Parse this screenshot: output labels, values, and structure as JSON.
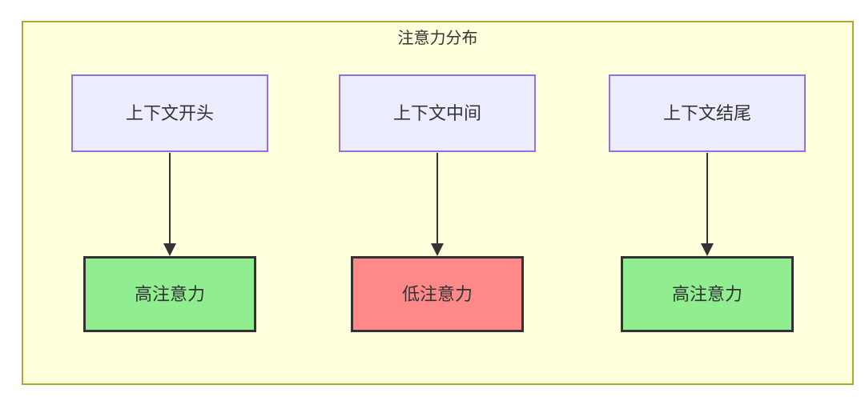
{
  "diagram": {
    "title": "注意力分布",
    "top_nodes": [
      {
        "id": "context-start",
        "label": "上下文开头"
      },
      {
        "id": "context-middle",
        "label": "上下文中间"
      },
      {
        "id": "context-end",
        "label": "上下文结尾"
      }
    ],
    "bottom_nodes": [
      {
        "id": "high-attention-left",
        "label": "高注意力",
        "level": "high"
      },
      {
        "id": "low-attention-middle",
        "label": "低注意力",
        "level": "low"
      },
      {
        "id": "high-attention-right",
        "label": "高注意力",
        "level": "high"
      }
    ],
    "edges": [
      {
        "from": "context-start",
        "to": "high-attention-left"
      },
      {
        "from": "context-middle",
        "to": "low-attention-middle"
      },
      {
        "from": "context-end",
        "to": "high-attention-right"
      }
    ],
    "colors": {
      "canvas_bg": "#ffffff",
      "subgraph_fill": "#ffffde",
      "subgraph_border": "#aaaa33",
      "node_fill": "#ececff",
      "node_border": "#9370db",
      "high_attention_fill": "#90ee90",
      "low_attention_fill": "#ff8888",
      "attention_border": "#333333",
      "edge": "#333333",
      "text": "#333333"
    }
  }
}
